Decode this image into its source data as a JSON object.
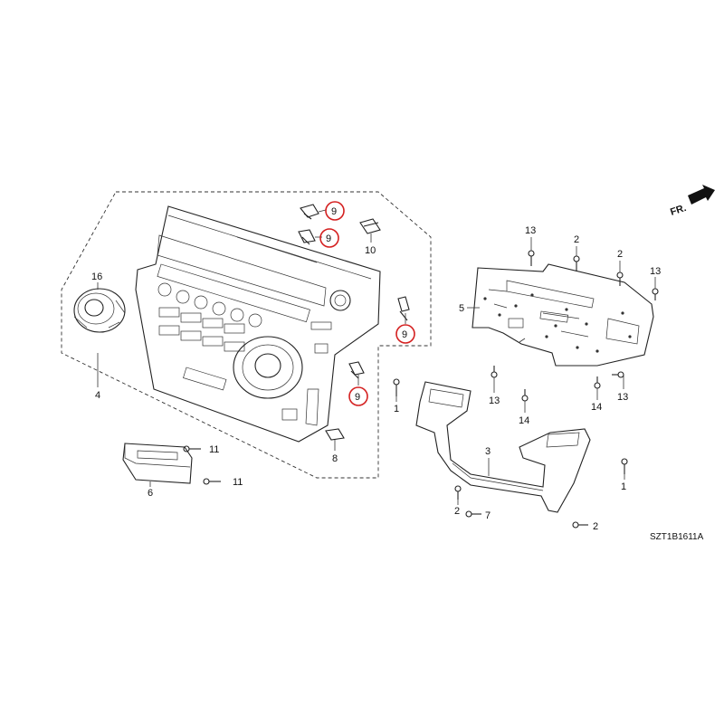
{
  "diagram": {
    "code": "SZT1B1611A",
    "direction_label": "FR.",
    "colors": {
      "highlight": "#d42020",
      "line": "#222222"
    },
    "callouts": {
      "p9a": "9",
      "p9b": "9",
      "p9c": "9",
      "p9d": "9",
      "p10": "10",
      "p16": "16",
      "p4": "4",
      "p8": "8",
      "p11a": "11",
      "p11b": "11",
      "p6": "6",
      "p13a": "13",
      "p2a": "2",
      "p2b": "2",
      "p13b": "13",
      "p5": "5",
      "p13c": "13",
      "p14a": "14",
      "p14b": "14",
      "p13d": "13",
      "p1a": "1",
      "p3": "3",
      "p1b": "1",
      "p2c": "2",
      "p7": "7",
      "p2d": "2"
    }
  }
}
